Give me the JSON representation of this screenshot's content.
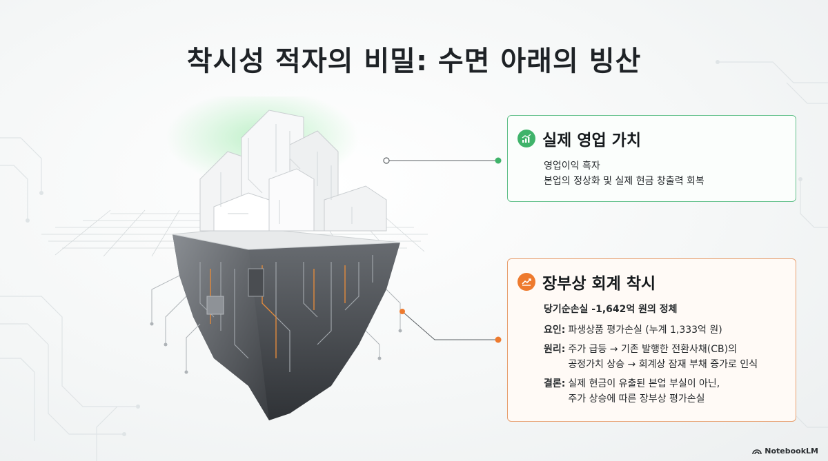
{
  "title": "착시성 적자의 비밀: 수면 아래의 빙산",
  "cards": {
    "top": {
      "title": "실제 영업 가치",
      "icon": "chart-up-icon",
      "color": "#3fb36a",
      "lines": [
        "영업이익 흑자",
        "본업의 정상화 및 실제 현금 창출력 회복"
      ]
    },
    "bottom": {
      "title": "장부상 회계 착시",
      "icon": "chart-up-icon",
      "color": "#ee7a2e",
      "heading": "당기순손실 -1,642억 원의 정체",
      "rows": [
        {
          "label": "요인:",
          "lines": [
            "파생상품 평가손실 (누계 1,333억 원)"
          ]
        },
        {
          "label": "원리:",
          "lines": [
            "주가 급등 → 기존 발행한 전환사채(CB)의",
            "공정가치 상승 → 회계상 잠재 부채 증가로 인식"
          ]
        },
        {
          "label": "결론:",
          "lines": [
            "실제 현금이 유출된 본업 부실이 아닌,",
            "주가 상승에 따른 장부상 평가손실"
          ]
        }
      ]
    }
  },
  "watermark": "NotebookLM"
}
